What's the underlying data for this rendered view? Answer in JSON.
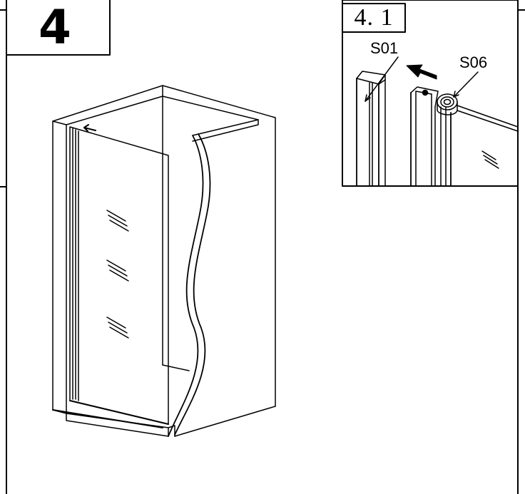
{
  "step": {
    "number": "4",
    "sub_step": "4. 1"
  },
  "parts": [
    {
      "id": "S01",
      "label": "S01"
    },
    {
      "id": "S06",
      "label": "S06"
    }
  ],
  "colors": {
    "line": "#000000",
    "background": "#ffffff"
  }
}
